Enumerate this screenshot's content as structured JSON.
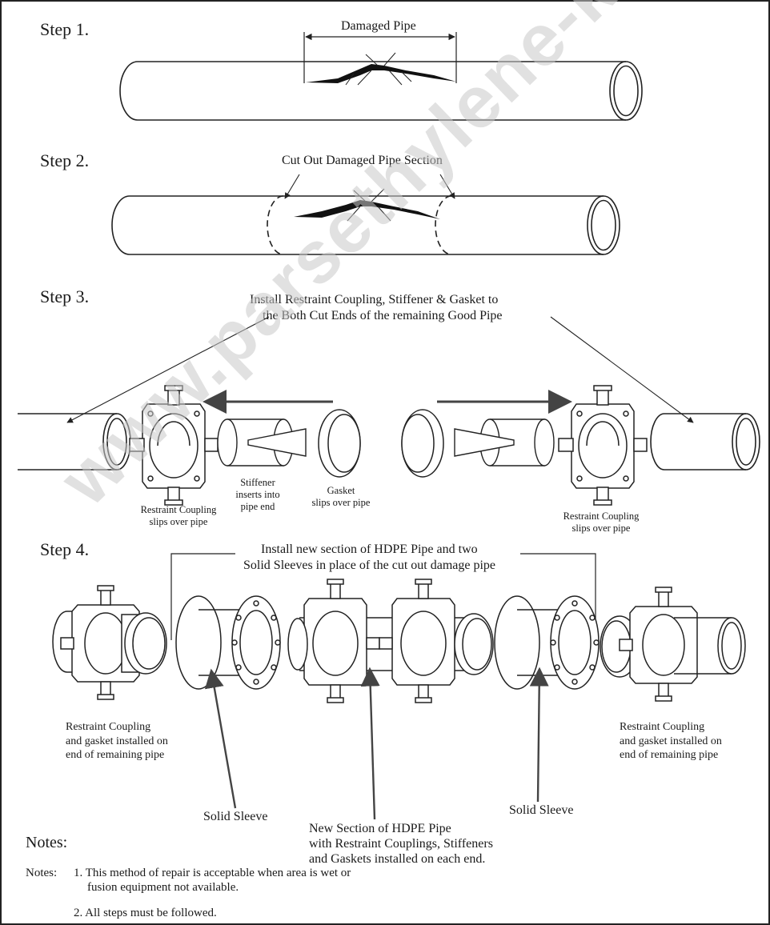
{
  "steps": {
    "s1": {
      "label": "Step 1.",
      "caption": "Damaged Pipe"
    },
    "s2": {
      "label": "Step 2.",
      "caption": "Cut Out Damaged Pipe Section"
    },
    "s3": {
      "label": "Step 3.",
      "caption_line1": "Install Restraint Coupling, Stiffener & Gasket to",
      "caption_line2": "the Both Cut Ends of the remaining Good Pipe",
      "coupling_left_1": "Restraint Coupling",
      "coupling_left_2": "slips over pipe",
      "stiffener_1": "Stiffener",
      "stiffener_2": "inserts into",
      "stiffener_3": "pipe end",
      "gasket_1": "Gasket",
      "gasket_2": "slips over pipe",
      "coupling_right_1": "Restraint Coupling",
      "coupling_right_2": "slips over pipe"
    },
    "s4": {
      "label": "Step 4.",
      "caption_line1": "Install new section of HDPE Pipe and two",
      "caption_line2": "Solid Sleeves in place of the cut out damage pipe",
      "left_1": "Restraint Coupling",
      "left_2": "and gasket installed on",
      "left_3": "end of remaining pipe",
      "right_1": "Restraint Coupling",
      "right_2": "and gasket installed on",
      "right_3": "end of remaining pipe",
      "sleeve_left": "Solid Sleeve",
      "sleeve_right": "Solid Sleeve",
      "center_1": "New Section of HDPE Pipe",
      "center_2": "with Restraint Couplings, Stiffeners",
      "center_3": "and Gaskets installed on each end."
    }
  },
  "notes": {
    "heading": "Notes:",
    "prefix": "Notes:",
    "n1_line1": "1. This method of repair is acceptable when area is wet or",
    "n1_line2": "fusion equipment not available.",
    "n2": "2. All steps must be followed."
  },
  "watermark": "www.parsethylene-kish.com"
}
